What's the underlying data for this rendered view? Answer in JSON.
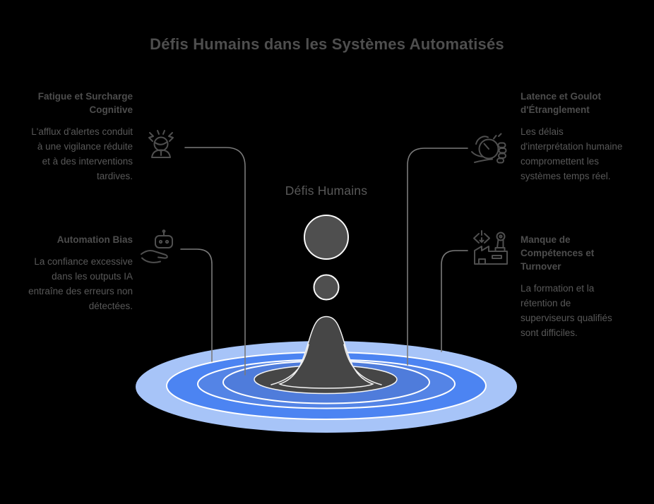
{
  "title": "Défis Humains dans les Systèmes Automatisés",
  "center": {
    "label": "Défis Humains"
  },
  "sections": [
    {
      "id": "fatigue",
      "heading": "Fatigue et Surcharge\nCognitive",
      "body": "L'afflux d'alertes conduit\nà une vigilance réduite\net à des interventions\ntardives.",
      "icon": "stressed-person-icon"
    },
    {
      "id": "latence",
      "heading": "Latence et Goulot\nd'Étranglement",
      "body": "Les délais\nd'interprétation humaine\ncompromettent les\nsystèmes temps réel.",
      "icon": "hand-stopwatch-icon"
    },
    {
      "id": "automation-bias",
      "heading": "Automation Bias",
      "body": "La confiance excessive\ndans les outputs IA\nentraîne des erreurs non\ndétectées.",
      "icon": "hand-robot-icon"
    },
    {
      "id": "competences",
      "heading": "Manque de\nCompétences et\nTurnover",
      "body": "La formation et la\nrétention de\nsuperviseurs qualifiés\nsont difficiles.",
      "icon": "factory-robot-icon"
    }
  ],
  "colors": {
    "background": "#000000",
    "title_text": "#4e4e4e",
    "heading_text": "#4d4d4d",
    "body_text": "#585858",
    "connector_line": "#7a7a7a",
    "icon_stroke": "#4f4f4f",
    "drop_fill": "#4f4f4f",
    "drop_outline": "#fafafa",
    "pool_dark": "#464646",
    "ripple_pale": "#a7c4f8",
    "ripple_outer_blue": "#4c84f2",
    "ripple_mid_blue": "#5484e6",
    "ripple_inner_blue": "#4f7cdb",
    "ring_separator": "#ffffff"
  }
}
